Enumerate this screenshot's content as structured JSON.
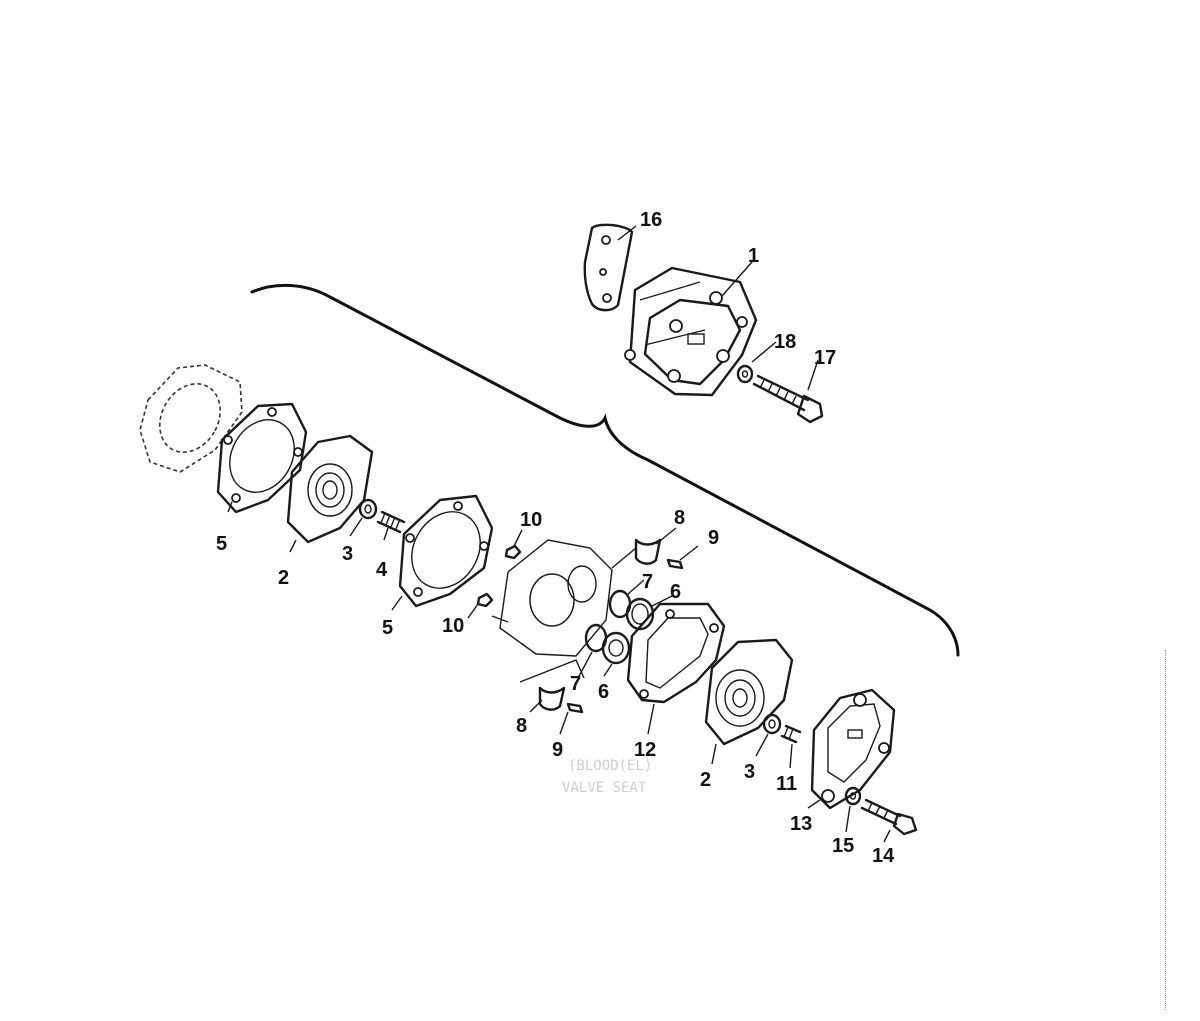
{
  "diagram": {
    "callouts": [
      "16",
      "1",
      "18",
      "17",
      "5",
      "2",
      "3",
      "4",
      "5",
      "10",
      "8",
      "9",
      "10",
      "7",
      "6",
      "7",
      "6",
      "8",
      "9",
      "12",
      "2",
      "3",
      "11",
      "13",
      "15",
      "14"
    ],
    "ghost_text": [
      "(BLOOD(EL)",
      "VALVE SEAT"
    ]
  }
}
